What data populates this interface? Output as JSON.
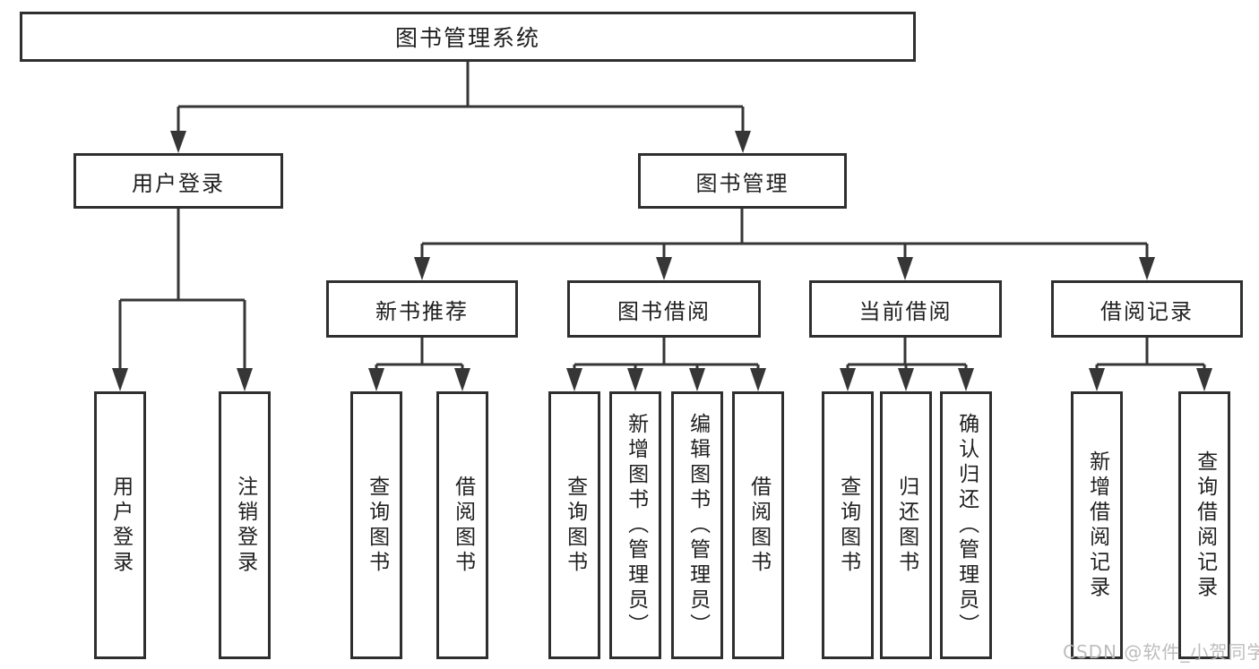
{
  "diagram_title": "图书管理系统",
  "tree": {
    "root": {
      "label": "图书管理系统"
    },
    "branches": [
      {
        "label": "用户登录",
        "parent": "图书管理系统"
      },
      {
        "label": "图书管理",
        "parent": "图书管理系统"
      }
    ],
    "modules": [
      {
        "label": "新书推荐",
        "parent": "图书管理"
      },
      {
        "label": "图书借阅",
        "parent": "图书管理"
      },
      {
        "label": "当前借阅",
        "parent": "图书管理"
      },
      {
        "label": "借阅记录",
        "parent": "图书管理"
      }
    ],
    "leaves": [
      {
        "label": "用户登录",
        "parent": "用户登录"
      },
      {
        "label": "注销登录",
        "parent": "用户登录"
      },
      {
        "label": "查询图书",
        "parent": "新书推荐"
      },
      {
        "label": "借阅图书",
        "parent": "新书推荐"
      },
      {
        "label": "查询图书",
        "parent": "图书借阅"
      },
      {
        "label": "新增图书（管理员）",
        "parent": "图书借阅"
      },
      {
        "label": "编辑图书（管理员）",
        "parent": "图书借阅"
      },
      {
        "label": "借阅图书",
        "parent": "图书借阅"
      },
      {
        "label": "查询图书",
        "parent": "当前借阅"
      },
      {
        "label": "归还图书",
        "parent": "当前借阅"
      },
      {
        "label": "确认归还（管理员）",
        "parent": "当前借阅"
      },
      {
        "label": "新增借阅记录",
        "parent": "借阅记录"
      },
      {
        "label": "查询借阅记录",
        "parent": "借阅记录"
      }
    ]
  },
  "watermark": "CSDN @软件_小贺同学",
  "colors": {
    "line": "#363636",
    "box_border": "#2f2f2f",
    "text": "#1f1f1f",
    "watermark": "#b9b9b9",
    "background": "#ffffff"
  }
}
